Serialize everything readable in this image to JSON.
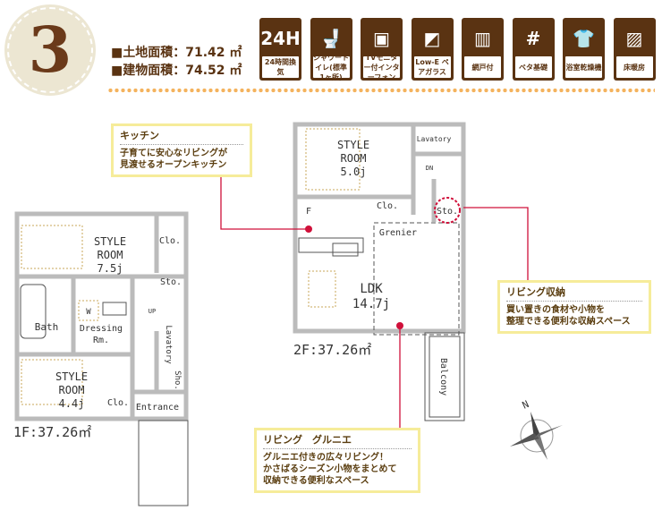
{
  "header": {
    "number": "3",
    "land_area": "■土地面積：71.42 ㎡",
    "building_area": "■建物面積：74.52 ㎡"
  },
  "features": [
    {
      "icon": "24h-ventilation-icon",
      "pic": "24H",
      "label": "24時間換気"
    },
    {
      "icon": "shower-toilet-icon",
      "pic": "🚽",
      "label": "シャワートイレ(標準1ヶ所)"
    },
    {
      "icon": "tv-monitor-intercom-icon",
      "pic": "▣",
      "label": "TVモニター付インターフォン"
    },
    {
      "icon": "low-e-glass-icon",
      "pic": "◩",
      "label": "Low-E ペアガラス"
    },
    {
      "icon": "screen-door-icon",
      "pic": "▥",
      "label": "網戸付"
    },
    {
      "icon": "mat-foundation-icon",
      "pic": "#",
      "label": "ベタ基礎"
    },
    {
      "icon": "bathroom-dryer-icon",
      "pic": "👕",
      "label": "浴室乾燥機"
    },
    {
      "icon": "floor-heating-icon",
      "pic": "▨",
      "label": "床暖房"
    }
  ],
  "floor1": {
    "area": "1F:37.26㎡",
    "rooms": {
      "style1": [
        "STYLE",
        "ROOM",
        "7.5j"
      ],
      "clo1": "Clo.",
      "sto": "Sto.",
      "bath": "Bath",
      "w": "W",
      "dressing": [
        "Dressing",
        "Rm."
      ],
      "up": "UP",
      "lavatory": "Lavatory",
      "style2": [
        "STYLE",
        "ROOM",
        "4.4j"
      ],
      "clo2": "Clo.",
      "sho": "Sho.",
      "entrance": "Entrance"
    }
  },
  "floor2": {
    "area": "2F:37.26㎡",
    "rooms": {
      "style": [
        "STYLE",
        "ROOM",
        "5.0j"
      ],
      "lavatory": "Lavatory",
      "dn": "DN",
      "sto": "Sto.",
      "clo": "Clo.",
      "f": "F",
      "grenier": "Grenier",
      "ldk": [
        "LDK",
        "14.7j"
      ],
      "balcony": "Balcony"
    }
  },
  "callouts": {
    "kitchen": {
      "title": "キッチン",
      "lines": [
        "子育てに安心なリビングが",
        "見渡せるオープンキッチン"
      ]
    },
    "storage": {
      "title": "リビング収納",
      "lines": [
        "買い置きの食材や小物を",
        "整理できる便利な収納スペース"
      ]
    },
    "grenier": {
      "title": "リビング　グルニエ",
      "lines": [
        "グルニエ付きの広々リビング！",
        "かさばるシーズン小物をまとめて",
        "収納できる便利なスペース"
      ]
    }
  },
  "compass": {
    "label": "N"
  },
  "colors": {
    "brown": "#5a3312",
    "wall": "#bbbbbb",
    "accent": "#d0103a",
    "callout_border": "#f6ec9a"
  }
}
